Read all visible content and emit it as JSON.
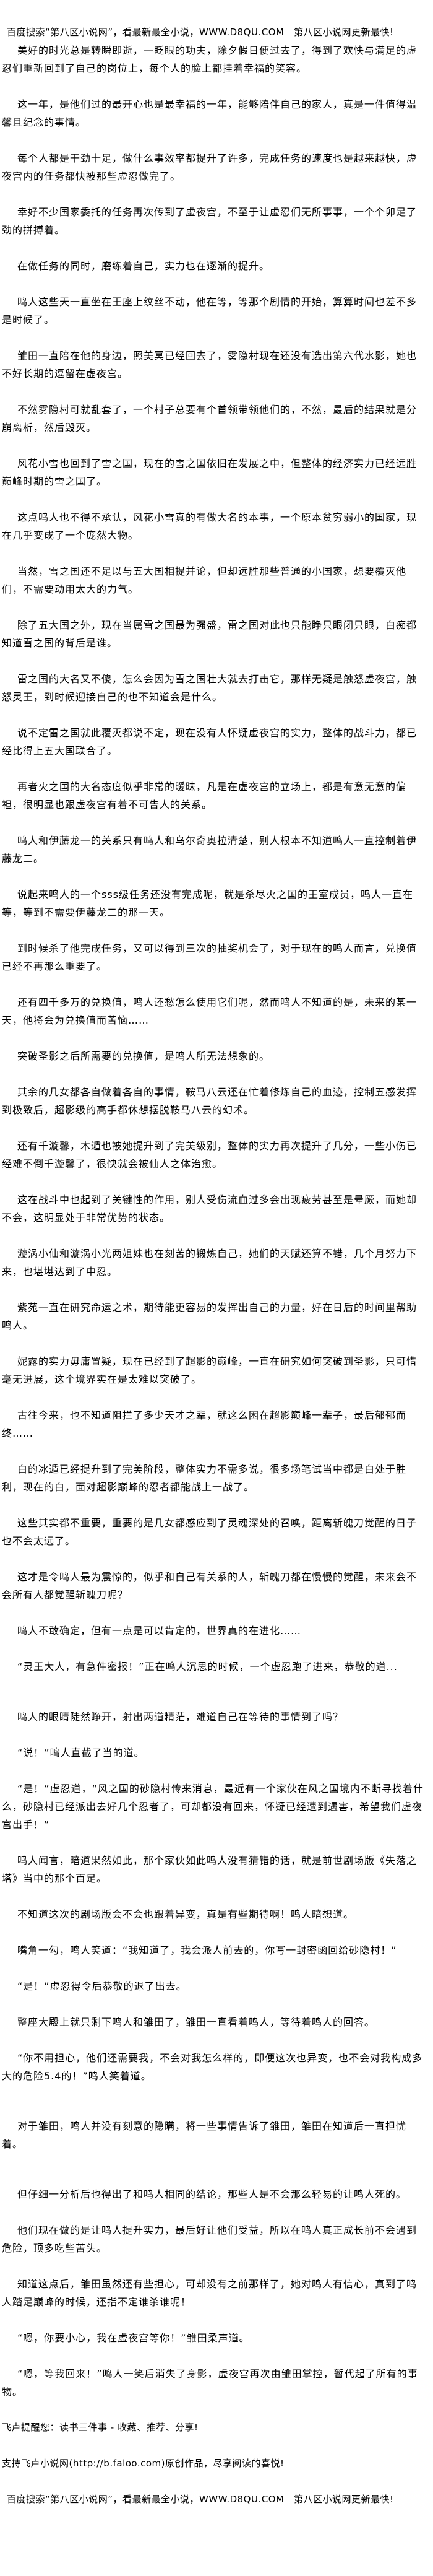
{
  "banner": "百度搜索“第八区小说网”，看最新最全小说，WWW.D8QU.COM　第八区小说网更新最快!",
  "paragraphs": [
    "美好的时光总是转瞬即逝，一眨眼的功夫，除夕假日便过去了，得到了欢快与满足的虚忍们重新回到了自己的岗位上，每个人的脸上都挂着幸福的笑容。",
    "这一年，是他们过的最开心也是最幸福的一年，能够陪伴自己的家人，真是一件值得温馨且纪念的事情。",
    "每个人都是干劲十足，做什么事效率都提升了许多，完成任务的速度也是越来越快，虚夜宫内的任务都快被那些虚忍做完了。",
    "幸好不少国家委托的任务再次传到了虚夜宫，不至于让虚忍们无所事事，一个个卯足了劲的拼搏着。",
    "在做任务的同时，磨练着自己，实力也在逐渐的提升。",
    "鸣人这些天一直坐在王座上纹丝不动，他在等，等那个剧情的开始，算算时间也差不多是时候了。",
    "雏田一直陪在他的身边，照美冥已经回去了，雾隐村现在还没有选出第六代水影，她也不好长期的逗留在虚夜宫。",
    "不然雾隐村可就乱套了，一个村子总要有个首领带领他们的，不然，最后的结果就是分崩离析，然后毁灭。",
    "风花小雪也回到了雪之国，现在的雪之国依旧在发展之中，但整体的经济实力已经远胜巅峰时期的雪之国了。",
    "这点鸣人也不得不承认，风花小雪真的有做大名的本事，一个原本贫穷弱小的国家，现在几乎变成了一个庞然大物。",
    "当然，雪之国还不足以与五大国相提并论，但却远胜那些普通的小国家，想要覆灭他们，不需要动用太大的力气。",
    "除了五大国之外，现在当属雪之国最为强盛，雷之国对此也只能睁只眼闭只眼，白痴都知道雪之国的背后是谁。",
    "雷之国的大名又不傻，怎么会因为雪之国壮大就去打击它，那样无疑是触怒虚夜宫，触怒灵王，到时候迎接自己的也不知道会是什么。",
    "说不定雷之国就此覆灭都说不定，现在没有人怀疑虚夜宫的实力，整体的战斗力，都已经比得上五大国联合了。",
    "再者火之国的大名态度似乎非常的暧昧，凡是在虚夜宫的立场上，都是有意无意的偏袒，很明显也跟虚夜宫有着不可告人的关系。",
    "鸣人和伊藤龙一的关系只有鸣人和乌尔奇奥拉清楚，别人根本不知道鸣人一直控制着伊藤龙二。",
    "说起来鸣人的一个sss级任务还没有完成呢，就是杀尽火之国的王室成员，鸣人一直在等，等到不需要伊藤龙二的那一天。",
    "到时候杀了他完成任务，又可以得到三次的抽奖机会了，对于现在的鸣人而言，兑换值已经不再那么重要了。",
    "还有四千多万的兑换值，鸣人还愁怎么使用它们呢，然而鸣人不知道的是，未来的某一天，他将会为兑换值而苦恼……",
    "突破圣影之后所需要的兑换值，是鸣人所无法想象的。",
    "其余的几女都各自做着各自的事情，鞍马八云还在忙着修炼自己的血迹，控制五感发挥到极致后，超影级的高手都休想摆脱鞍马八云的幻术。",
    "还有千漩馨，木遁也被她提升到了完美级别，整体的实力再次提升了几分，一些小伤已经难不倒千漩馨了，很快就会被仙人之体治愈。",
    "这在战斗中也起到了关键性的作用，别人受伤流血过多会出现疲劳甚至是晕厥，而她却不会，这明显处于非常优势的状态。",
    "漩涡小仙和漩涡小光两姐妹也在刻苦的锻炼自己，她们的天赋还算不错，几个月努力下来，也堪堪达到了中忍。",
    "紫苑一直在研究命运之术，期待能更容易的发挥出自己的力量，好在日后的时间里帮助鸣人。",
    "妮露的实力毋庸置疑，现在已经到了超影的巅峰，一直在研究如何突破到圣影，只可惜毫无进展，这个境界实在是太难以突破了。",
    "古往今来，也不知道阻拦了多少天才之辈，就这么困在超影巅峰一辈子，最后郁郁而终……",
    "白的冰遁已经提升到了完美阶段，整体实力不需多说，很多场笔试当中都是白处于胜利，现在的白，面对超影巅峰的忍者都能战上一战了。",
    "这些其实都不重要，重要的是几女都感应到了灵魂深处的召唤，距离斩魄刀觉醒的日子也不会太远了。",
    "这才是令鸣人最为震惊的，似乎和自己有关系的人，斩魄刀都在慢慢的觉醒，未来会不会所有人都觉醒斩魄刀呢？",
    "鸣人不敢确定，但有一点是可以肯定的，世界真的在进化……",
    "“灵王大人，有急件密报！”正在鸣人沉思的时候，一个虚忍跑了进来，恭敬的道...",
    "鸣人的眼睛陡然睁开，射出两道精茫，难道自己在等待的事情到了吗？",
    "“说！”鸣人直截了当的道。",
    "“是！”虚忍道，“风之国的砂隐村传来消息，最近有一个家伙在风之国境内不断寻找着什么，砂隐村已经派出去好几个忍者了，可却都没有回来，怀疑已经遭到遇害，希望我们虚夜宫出手！”",
    "鸣人闻言，暗道果然如此，那个家伙如此鸣人没有猜错的话，就是前世剧场版《失落之塔》当中的那个百足。",
    "不知道这次的剧场版会不会也跟着异变，真是有些期待啊！鸣人暗想道。",
    "嘴角一勾，鸣人笑道：“我知道了，我会派人前去的，你写一封密函回给砂隐村！”",
    "“是！”虚忍得令后恭敬的退了出去。",
    "整座大殿上就只剩下鸣人和雏田了，雏田一直看着鸣人，等待着鸣人的回答。",
    "“你不用担心，他们还需要我，不会对我怎么样的，即便这次也异变，也不会对我构成多大的危险5.4的！”鸣人笑着道。",
    "对于雏田，鸣人并没有刻意的隐瞒，将一些事情告诉了雏田，雏田在知道后一直担忧着。",
    "但仔细一分析后也得出了和鸣人相同的结论，那些人是不会那么轻易的让鸣人死的。",
    "他们现在做的是让鸣人提升实力，最后好让他们受益，所以在鸣人真正成长前不会遇到危险，顶多吃些苦头。",
    "知道这点后，雏田虽然还有些担心，可却没有之前那样了，她对鸣人有信心，真到了鸣人踏足巅峰的时候，还指不定谁杀谁呢！",
    "“嗯，你要小心，我在虚夜宫等你！”雏田柔声道。",
    "“嗯，等我回来！”鸣人一笑后消失了身影，虚夜宫再次由雏田掌控，暂代起了所有的事物。"
  ],
  "footer": {
    "reminder": "飞卢提醒您：读书三件事 - 收藏、推荐、分享!",
    "support": "支持飞卢小说网(http://b.faloo.com)原创作品，尽享阅读的喜悦!"
  }
}
